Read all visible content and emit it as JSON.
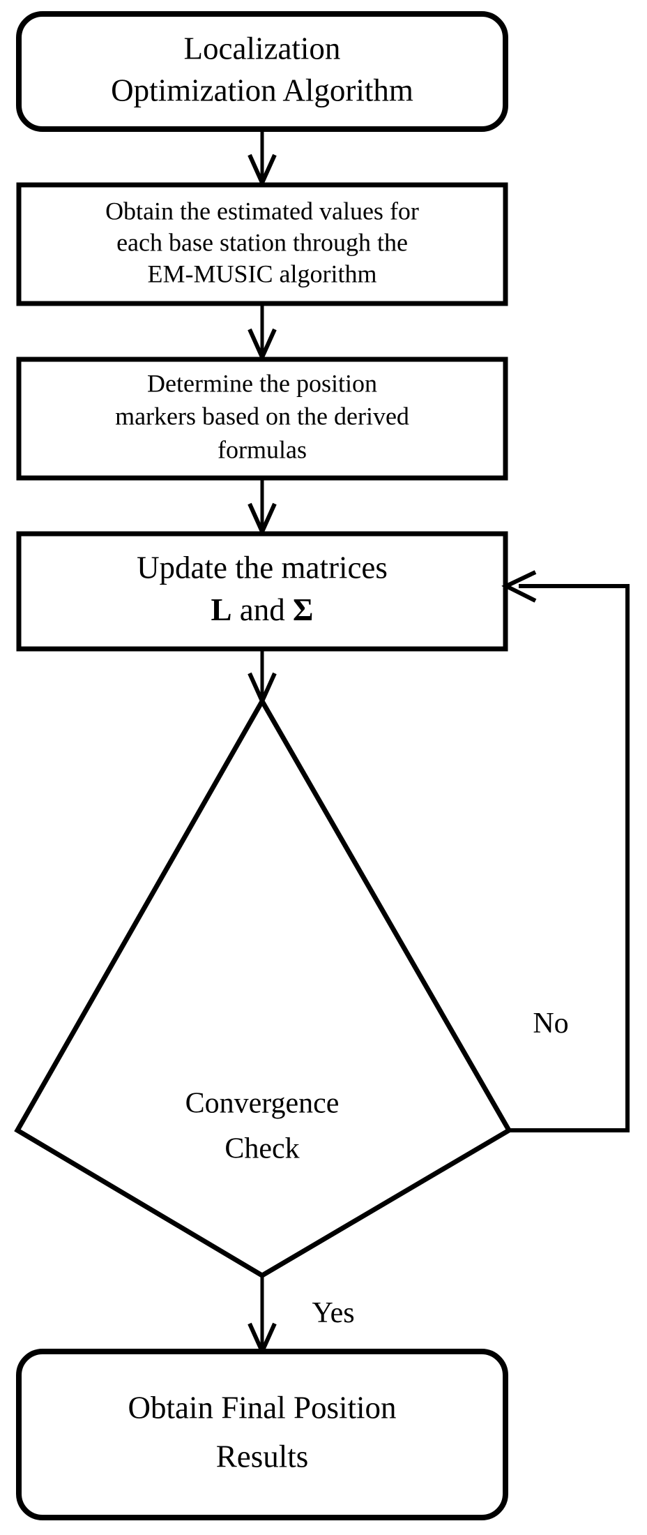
{
  "diagram": {
    "title": "Localization Optimization Algorithm Flowchart",
    "type": "flowchart",
    "background_color": "#ffffff",
    "line_color": "#000000",
    "text_color": "#000000"
  },
  "nodes": {
    "start": {
      "shape": "rounded-rectangle",
      "role": "terminator",
      "lines": [
        "Localization",
        "Optimization Algorithm"
      ]
    },
    "estimate": {
      "shape": "rectangle",
      "role": "process",
      "lines": [
        "Obtain the estimated values for",
        "each base station through the",
        "EM-MUSIC algorithm"
      ]
    },
    "markers": {
      "shape": "rectangle",
      "role": "process",
      "lines": [
        "Determine the position",
        "markers based on the derived",
        "formulas"
      ]
    },
    "update": {
      "shape": "rectangle",
      "role": "process",
      "lines": [
        "Update the matrices",
        "L and Σ"
      ],
      "line2_parts": [
        "L",
        " and ",
        "Σ"
      ]
    },
    "decision": {
      "shape": "diamond",
      "role": "decision",
      "lines": [
        "Convergence",
        "Check"
      ]
    },
    "end": {
      "shape": "rounded-rectangle",
      "role": "terminator",
      "lines": [
        "Obtain Final Position",
        "Results"
      ]
    }
  },
  "edges": {
    "no_label": "No",
    "yes_label": "Yes"
  }
}
